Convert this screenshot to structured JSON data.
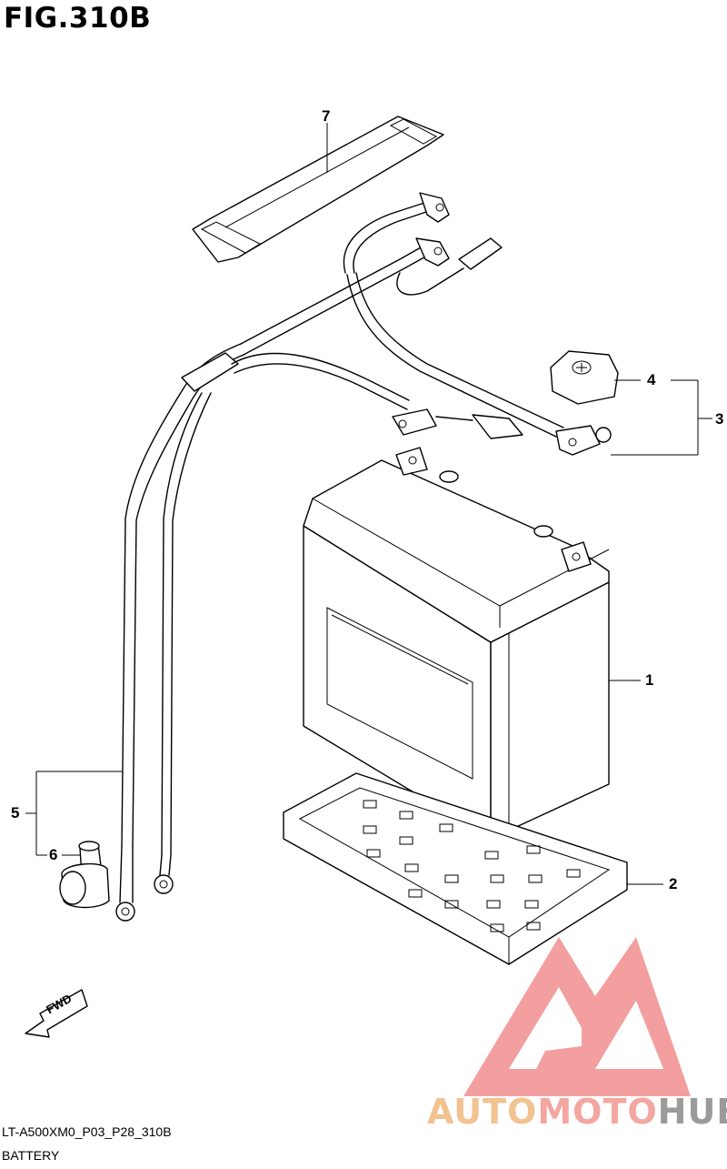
{
  "figure_title": "FIG.310B",
  "callouts": {
    "battery": "1",
    "battery_tray": "2",
    "terminal_cover_group": "3",
    "terminal_cover": "4",
    "harness_group": "5",
    "cap": "6",
    "battery_band": "7"
  },
  "fwd_label": "FWD",
  "footer": {
    "code": "LT-A500XM0_P03_P28_310B",
    "name": "BATTERY"
  },
  "watermark": {
    "part1": "AUTO",
    "part2": "MOTO",
    "part3": "HUB",
    "colors": {
      "orange": "#f2c291",
      "red": "#f08080",
      "gray": "#9b9b9b"
    }
  }
}
